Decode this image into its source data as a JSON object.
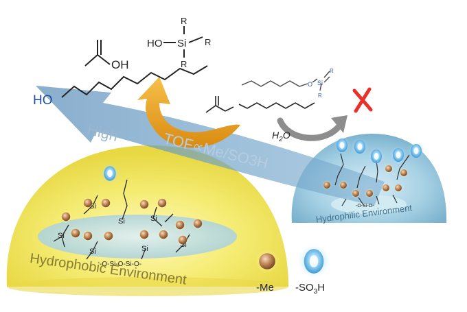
{
  "molecules": {
    "acetic_acid_oh": "OH",
    "silanol_ho": "HO",
    "silanol_si": "Si",
    "silanol_r_top": "R",
    "silanol_r_right": "R",
    "silanol_r_bottom": "R",
    "alcohol_ho": "HO",
    "product_ether_o": "O",
    "product_ether_si": "Si",
    "product_ether_r1": "R",
    "product_ether_r2": "R",
    "water": "H2O"
  },
  "arrow": {
    "high_label": "High",
    "tof_label": "TOF∝Me/SO3H"
  },
  "environments": {
    "hydrophobic_label": "Hydrophobic Environment",
    "hydrophilic_label": "Hydrophilic Environment",
    "hydrophobic_surface": "-O-Si-O-Si-O-",
    "hydrophilic_surface": "-O-Si-O-",
    "si_label": "Si"
  },
  "legend": {
    "me_label": "-Me",
    "so3h_label": "-SO3H"
  },
  "colors": {
    "yellow_dome": "#f2e64a",
    "blue_dome": "#8ec3dc",
    "big_arrow": "#6f9fc4",
    "curved_arrow": "#f0a719",
    "grey_arrow": "#8d8d8d",
    "cross": "#e8312b",
    "methyl_ball": "#c48a5a",
    "so3h_blob": "#7fc2ec",
    "alcohol_ho": "#1f4e9e"
  },
  "icons": {
    "blocked": "cross-icon",
    "methyl": "methyl-ball-icon",
    "sulfonic": "so3h-blob-icon"
  }
}
